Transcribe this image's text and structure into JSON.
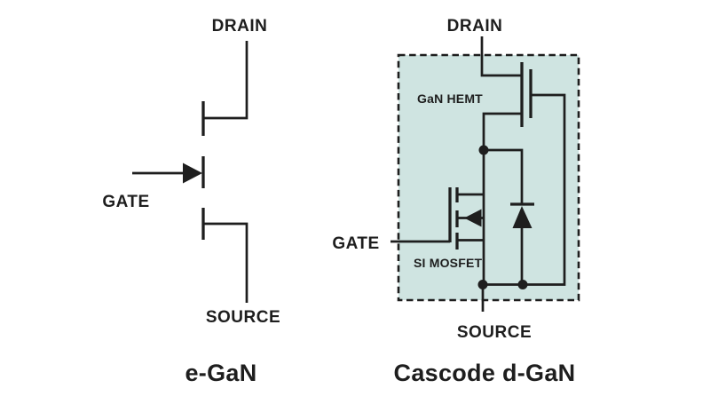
{
  "colors": {
    "background": "#ffffff",
    "ink": "#1e1e1e",
    "package_fill": "#cfe4e1"
  },
  "left_diagram": {
    "title": "e-GaN",
    "terminals": {
      "drain": "DRAIN",
      "gate": "GATE",
      "source": "SOURCE"
    }
  },
  "right_diagram": {
    "title": "Cascode d-GaN",
    "terminals": {
      "drain": "DRAIN",
      "gate": "GATE",
      "source": "SOURCE"
    },
    "components": {
      "hemt": "GaN HEMT",
      "mosfet": "SI MOSFET"
    }
  }
}
